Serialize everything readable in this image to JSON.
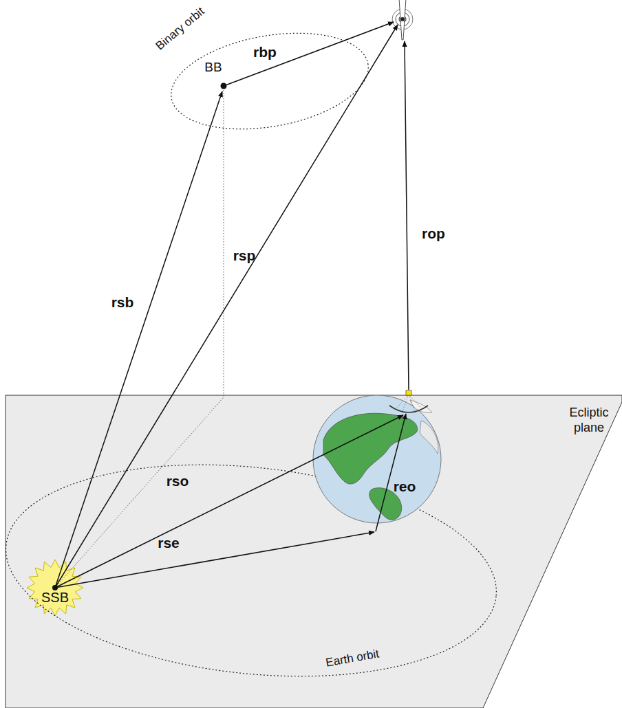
{
  "diagram": {
    "nodes": [
      {
        "text": [
          "Ecliptic plane"
        ]
      },
      {
        "text": [
          "SSB"
        ],
        "in": 0
      }
    ],
    "labels": [
      "Binary orbit",
      "BB",
      "rbp",
      "rsp",
      "rop",
      "rsb",
      "rso",
      "rse",
      "reo",
      "Earth orbit"
    ]
  }
}
